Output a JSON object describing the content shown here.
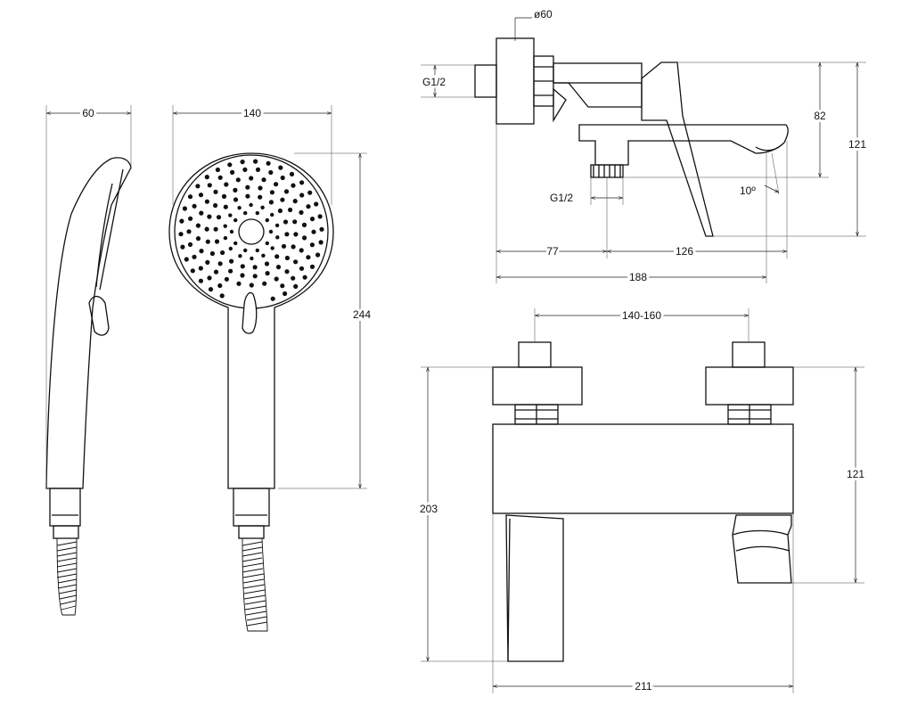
{
  "diagram": {
    "handshower_side": {
      "width": "60"
    },
    "handshower_front": {
      "width": "140",
      "height": "244"
    },
    "mixer_side": {
      "flange_diameter": "ø60",
      "inlet_thread": "G1/2",
      "outlet_thread": "G1/2",
      "height_to_spout": "82",
      "overall_height": "121",
      "spout_angle": "10º",
      "wall_to_outlet": "77",
      "outlet_to_spout": "126",
      "overall_depth": "188"
    },
    "mixer_front": {
      "centre_distance": "140-160",
      "overall_height": "203",
      "body_height": "121",
      "overall_width": "211"
    }
  }
}
